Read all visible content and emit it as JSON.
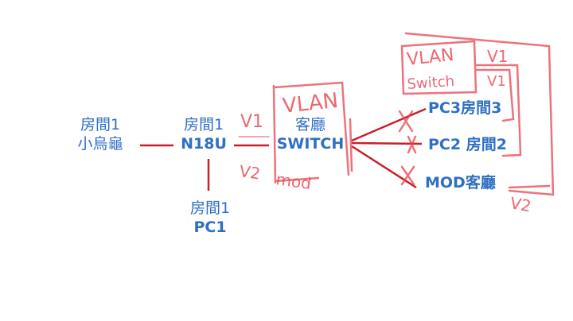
{
  "colors": {
    "node_text": "#2f6fc4",
    "link_line": "#c8202a",
    "annotation": "#e8434f"
  },
  "nodes": {
    "turtle": {
      "line1": "房間1",
      "line2": "小烏龜"
    },
    "n18u": {
      "line1": "房間1",
      "line2": "N18U"
    },
    "pc1": {
      "line1": "房間1",
      "line2": "PC1"
    },
    "switch": {
      "line1": "客廳",
      "line2": "SWITCH"
    },
    "pc3": {
      "label": "PC3房間3"
    },
    "pc2": {
      "label": "PC2 房間2"
    },
    "mod": {
      "label": "MOD客廳"
    }
  },
  "annotations": {
    "vlan_left": "VLAN",
    "v1_left": "V1",
    "v2_left": "V2",
    "mod_left": "mod",
    "vlan_right": "VLAN",
    "switch_right": "Switch",
    "v1_right_top": "V1",
    "v1_right_mid": "V1",
    "v2_right": "V2",
    "x_mark": "X"
  }
}
